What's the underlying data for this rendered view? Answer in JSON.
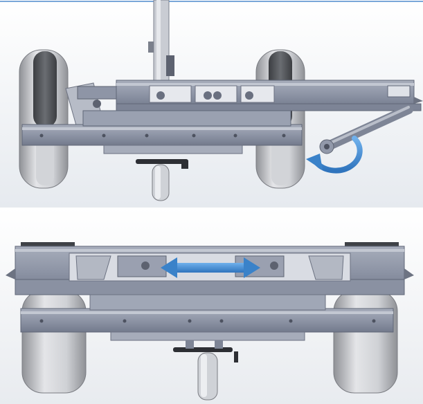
{
  "colors": {
    "frame_steel": "#9097a8",
    "frame_steel_dark": "#6a7183",
    "tire": "#d6d8dc",
    "tire_shadow": "#8f9196",
    "arrow_blue": "#3a82c9",
    "arrow_blue_light": "#5c9fe0",
    "backdrop_top": "#ffffff",
    "backdrop_bottom": "#e5e9ee"
  },
  "panels": [
    {
      "id": "top",
      "view": "folded"
    },
    {
      "id": "bottom",
      "view": "extended"
    }
  ],
  "annotations": {
    "rotation_arrow": {
      "icon": "curved-rotation-arrow-icon",
      "direction": "counter-clockwise"
    },
    "slide_arrow": {
      "icon": "double-headed-horizontal-arrow-icon",
      "direction": "left-right"
    }
  }
}
